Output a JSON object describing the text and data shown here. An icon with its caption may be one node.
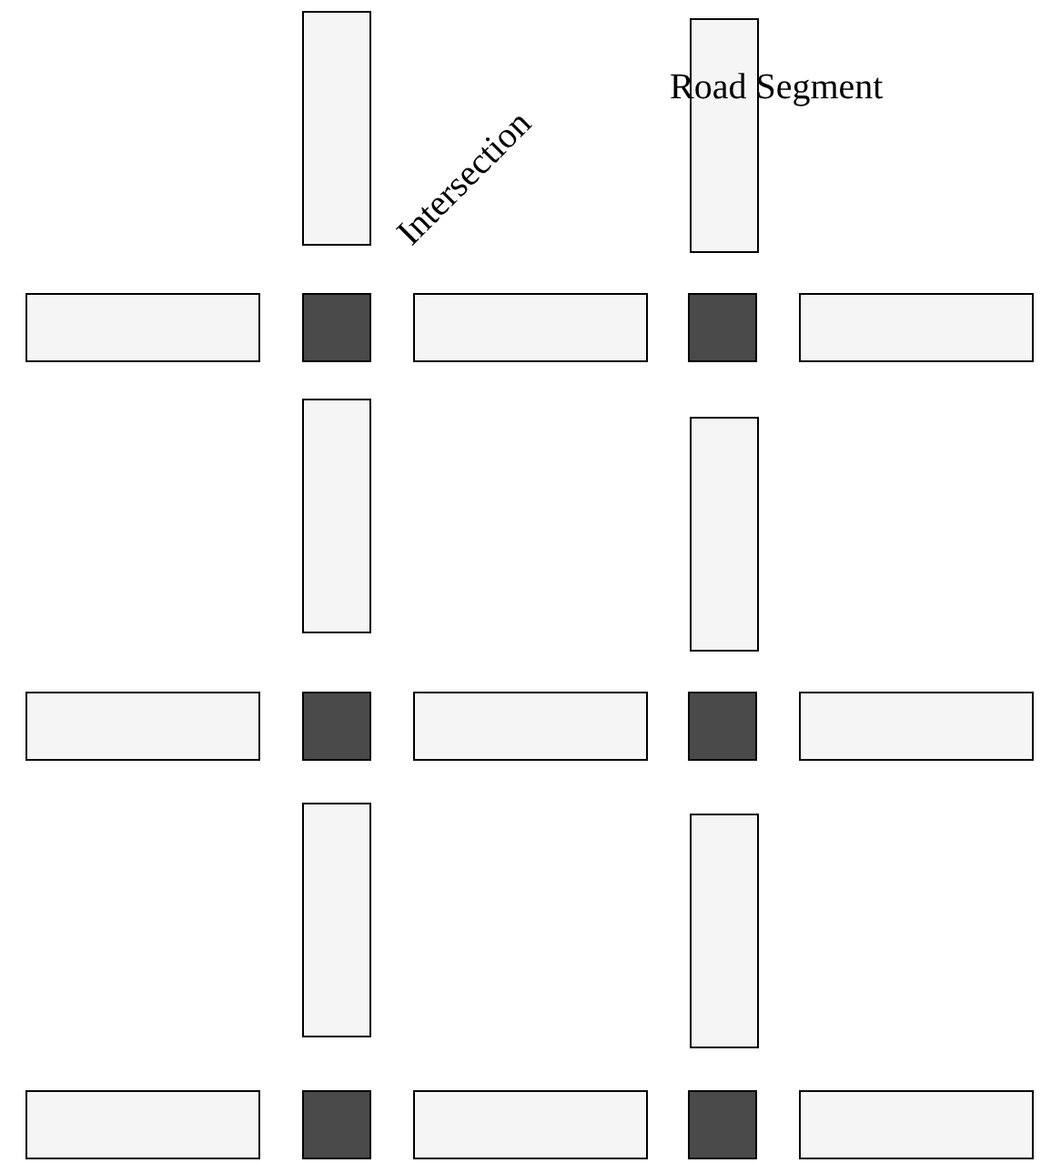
{
  "diagram": {
    "nodes": [
      {
        "text": [],
        "shape": "bar"
      },
      {
        "text": [],
        "shape": "bar"
      },
      {
        "text": [],
        "shape": "bar"
      },
      {
        "text": [],
        "shape": "box"
      },
      {
        "text": [],
        "shape": "bar"
      },
      {
        "text": [],
        "shape": "box"
      },
      {
        "text": [],
        "shape": "bar"
      },
      {
        "text": [],
        "shape": "bar"
      },
      {
        "text": [],
        "shape": "bar"
      },
      {
        "text": [],
        "shape": "bar"
      },
      {
        "text": [],
        "shape": "box"
      },
      {
        "text": [],
        "shape": "bar"
      },
      {
        "text": [],
        "shape": "box"
      },
      {
        "text": [],
        "shape": "bar"
      },
      {
        "text": [],
        "shape": "bar"
      },
      {
        "text": [],
        "shape": "bar"
      },
      {
        "text": [],
        "shape": "bar"
      },
      {
        "text": [],
        "shape": "box"
      },
      {
        "text": [],
        "shape": "bar"
      },
      {
        "text": [],
        "shape": "box"
      },
      {
        "text": [],
        "shape": "bar"
      }
    ],
    "labels": [
      "Intersection",
      "Road Segment"
    ]
  }
}
